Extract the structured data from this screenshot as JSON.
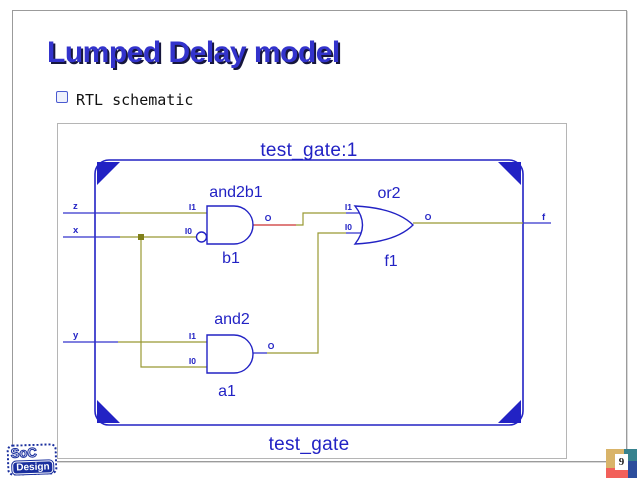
{
  "slide": {
    "title": "Lumped Delay model",
    "bullet_text": "RTL schematic",
    "page_number": "9",
    "logo": {
      "top": "SoC",
      "bottom": "Design"
    }
  },
  "schematic": {
    "module_top_label": "test_gate:1",
    "module_bottom_label": "test_gate",
    "input_ports": [
      "z",
      "x",
      "y"
    ],
    "output_port": "f",
    "gates": [
      {
        "type": "and2b1",
        "instance": "b1",
        "pin_i1": "I1",
        "pin_i0": "I0",
        "pin_o": "O"
      },
      {
        "type": "or2",
        "instance": "f1",
        "pin_i1": "I1",
        "pin_i0": "I0",
        "pin_o": "O"
      },
      {
        "type": "and2",
        "instance": "a1",
        "pin_i1": "I1",
        "pin_i0": "I0",
        "pin_o": "O"
      }
    ]
  },
  "colors": {
    "title": "#3333cc",
    "title-shadow": "#16163c",
    "frame": "#9b9b9b",
    "panel-border": "#b5b5b5",
    "bullet-border": "#4a5ad0",
    "sch-outline": "#2222c4",
    "sch-label": "#2222c4",
    "sch-io": "#3333cc",
    "sch-net": "#999933",
    "sch-net-critical": "#cc3030",
    "logo-blue": "#1a2f9e",
    "badge-tan": "#d9b469",
    "badge-teal": "#37828e",
    "badge-red": "#f2605a",
    "badge-navy": "#2c4d9c"
  }
}
